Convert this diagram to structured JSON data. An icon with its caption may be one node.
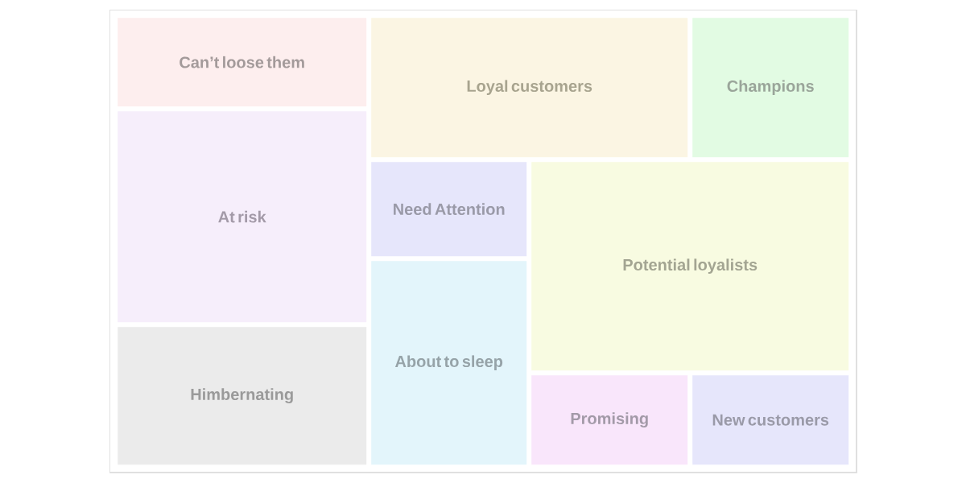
{
  "diagram": {
    "nodes": [
      {
        "text": [
          "Can’t loose them"
        ]
      },
      {
        "text": [
          "Loyal customers"
        ]
      },
      {
        "text": [
          "Champions"
        ]
      },
      {
        "text": [
          "At risk"
        ]
      },
      {
        "text": [
          "Need Attention"
        ]
      },
      {
        "text": [
          "Potential loyalists"
        ]
      },
      {
        "text": [
          "About to sleep"
        ]
      },
      {
        "text": [
          "Himbernating"
        ]
      },
      {
        "text": [
          "Promising"
        ]
      },
      {
        "text": [
          "New customers"
        ]
      }
    ]
  }
}
